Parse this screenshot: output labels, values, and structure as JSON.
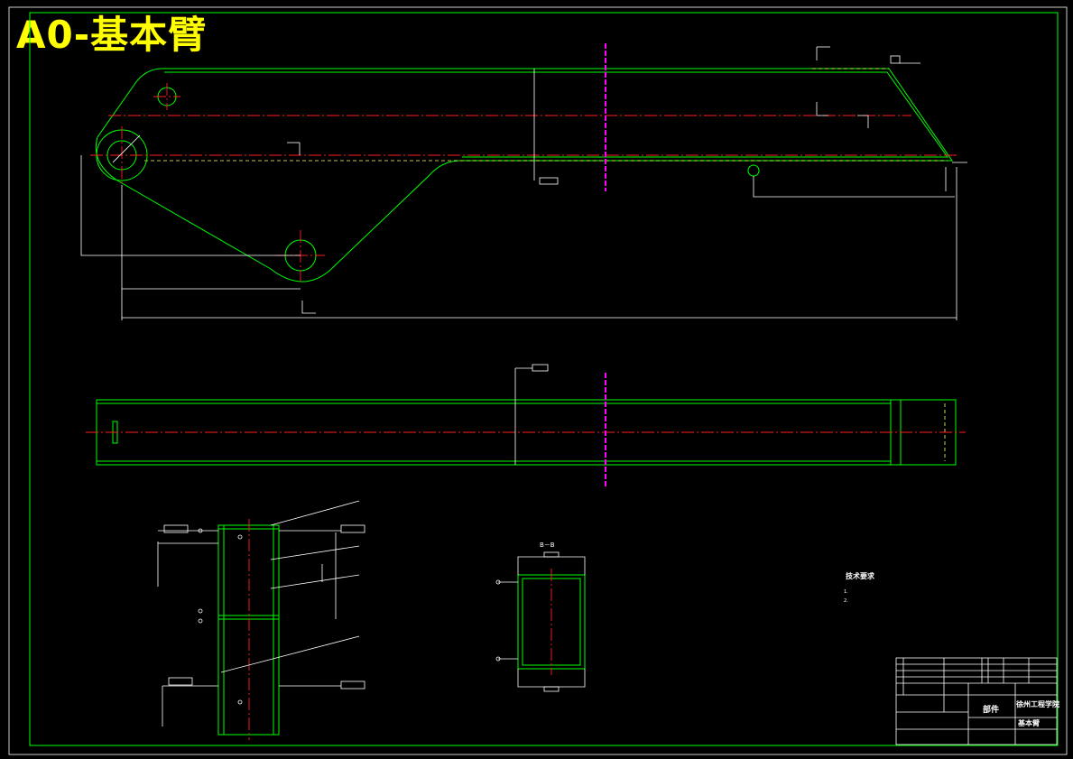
{
  "title": "A0-基本臂",
  "section_label": "B－B",
  "tech_requirements": {
    "heading": "技术要求",
    "items": [
      "1. ",
      "2. "
    ]
  },
  "title_block": {
    "part_name": "基本臂",
    "school": "徐州工程学院",
    "category": "部件"
  },
  "colors": {
    "outline": "#00ff00",
    "centerline": "#ff2020",
    "section_line": "#ff00ff",
    "title": "#ffff00",
    "dimension": "#ffffff"
  }
}
